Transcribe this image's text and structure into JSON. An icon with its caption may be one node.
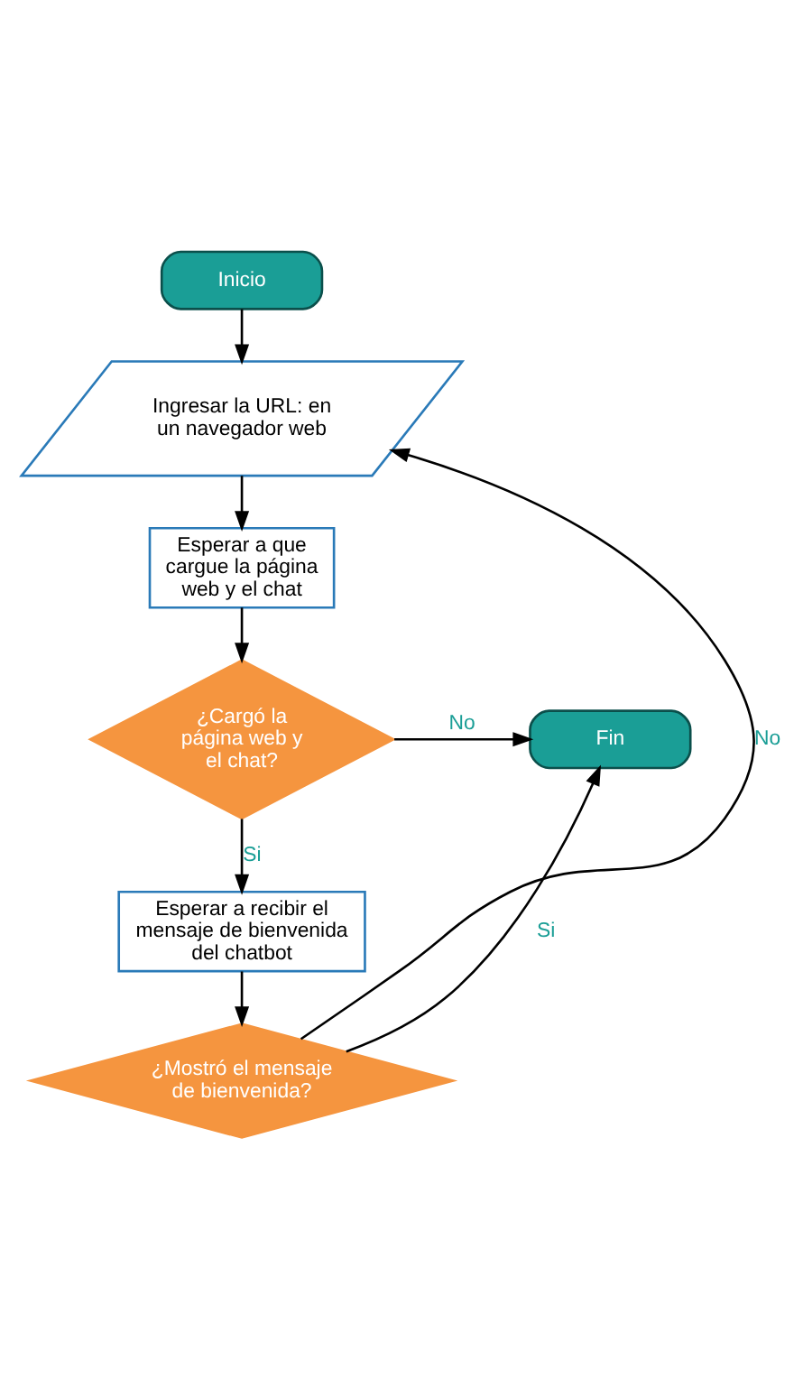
{
  "diagram": {
    "nodes": [
      {
        "text": [
          "Inicio"
        ]
      },
      {
        "text": [
          "Ingresar la URL: en un navegador web"
        ]
      },
      {
        "text": [
          "Esperar a que cargue la página web y el chat"
        ]
      },
      {
        "text": [
          "¿Cargó la página web y el chat?"
        ]
      },
      {
        "text": [
          "Fin"
        ]
      },
      {
        "text": [
          "Esperar a recibir el mensaje de bienvenida del chatbot"
        ]
      },
      {
        "text": [
          "¿Mostró el mensaje de bienvenida?"
        ]
      }
    ],
    "edges": [
      {
        "from": 0,
        "to": 1,
        "arrow": "to"
      },
      {
        "from": 1,
        "to": 2,
        "arrow": "to"
      },
      {
        "from": 2,
        "to": 3,
        "arrow": "to"
      },
      {
        "from": 3,
        "to": 4,
        "arrow": "to",
        "label": "No"
      },
      {
        "from": 3,
        "to": 5,
        "arrow": "to",
        "label": "Si"
      },
      {
        "from": 5,
        "to": 6,
        "arrow": "to"
      },
      {
        "from": 6,
        "to": 4,
        "arrow": "to",
        "label": "Si"
      },
      {
        "from": 6,
        "to": 1,
        "arrow": "to",
        "label": "No"
      }
    ]
  }
}
